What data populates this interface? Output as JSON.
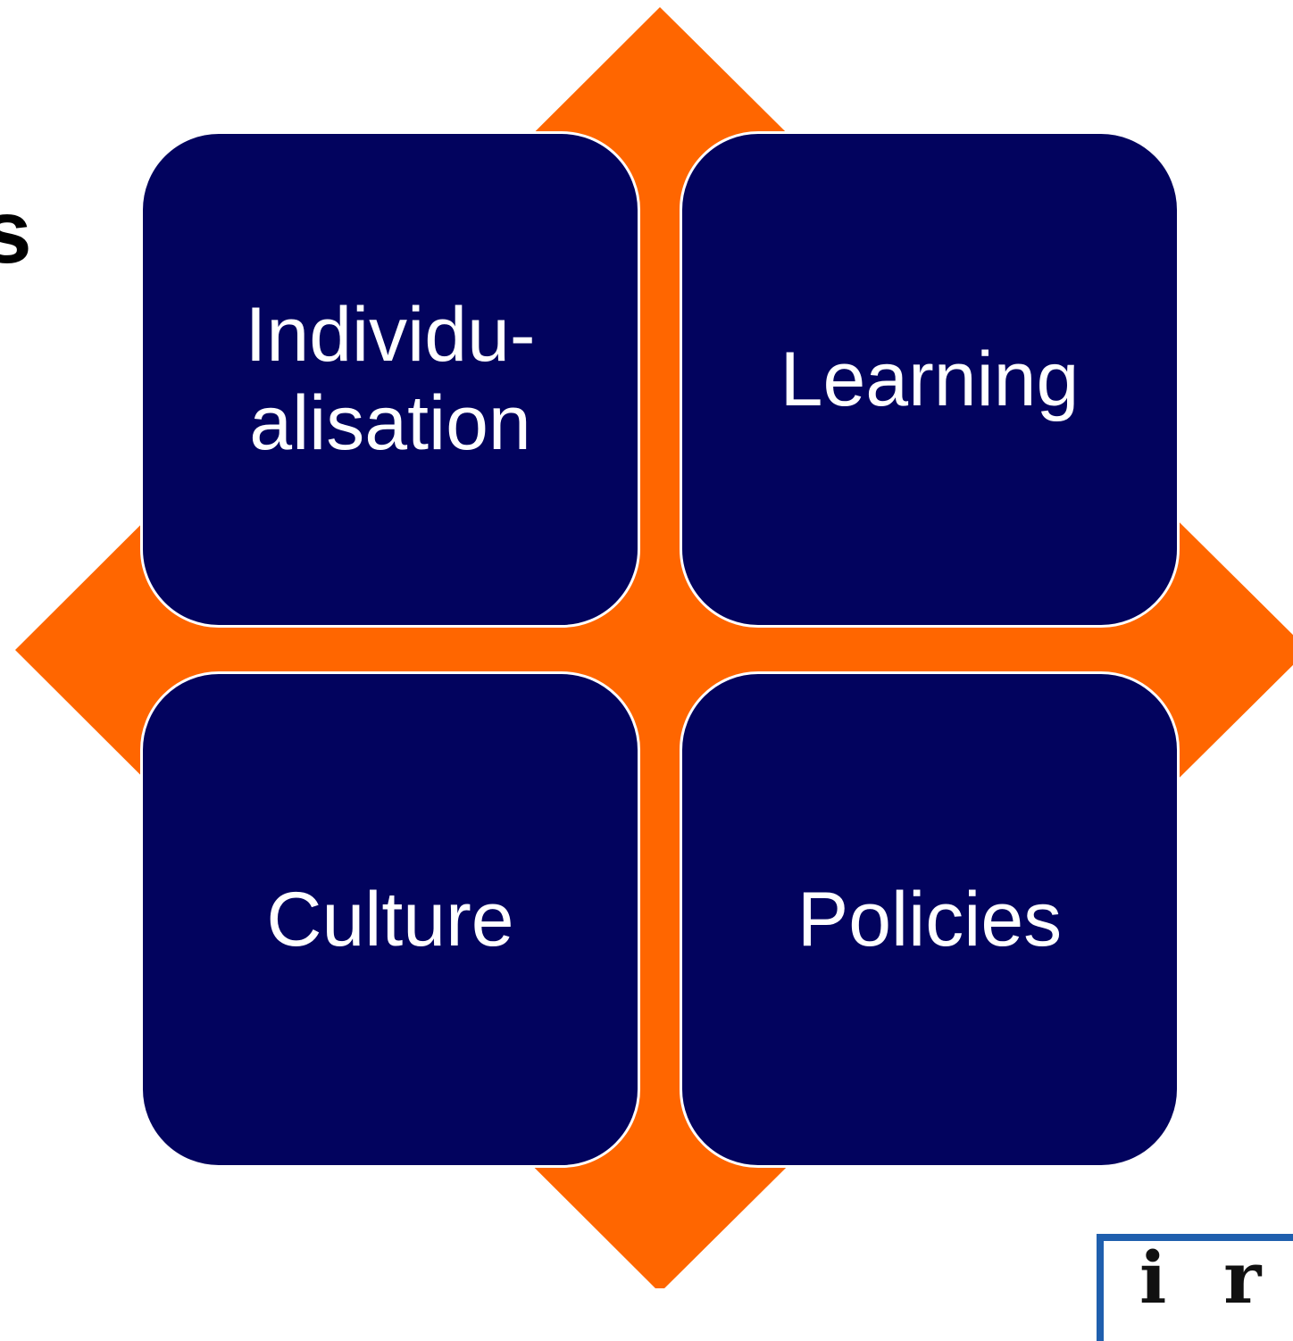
{
  "partial_heading": "s",
  "colors": {
    "diamond": "#FF6600",
    "box_fill": "#02035E",
    "box_border": "#FFFFFF",
    "box_text": "#FFFFFF",
    "logo_border": "#1F5FAE"
  },
  "quadrants": [
    {
      "position": "top-left",
      "label": "Individu-\nalisation"
    },
    {
      "position": "top-right",
      "label": "Learning"
    },
    {
      "position": "bottom-left",
      "label": "Culture"
    },
    {
      "position": "bottom-right",
      "label": "Policies"
    }
  ],
  "logo": {
    "text": "i r"
  }
}
